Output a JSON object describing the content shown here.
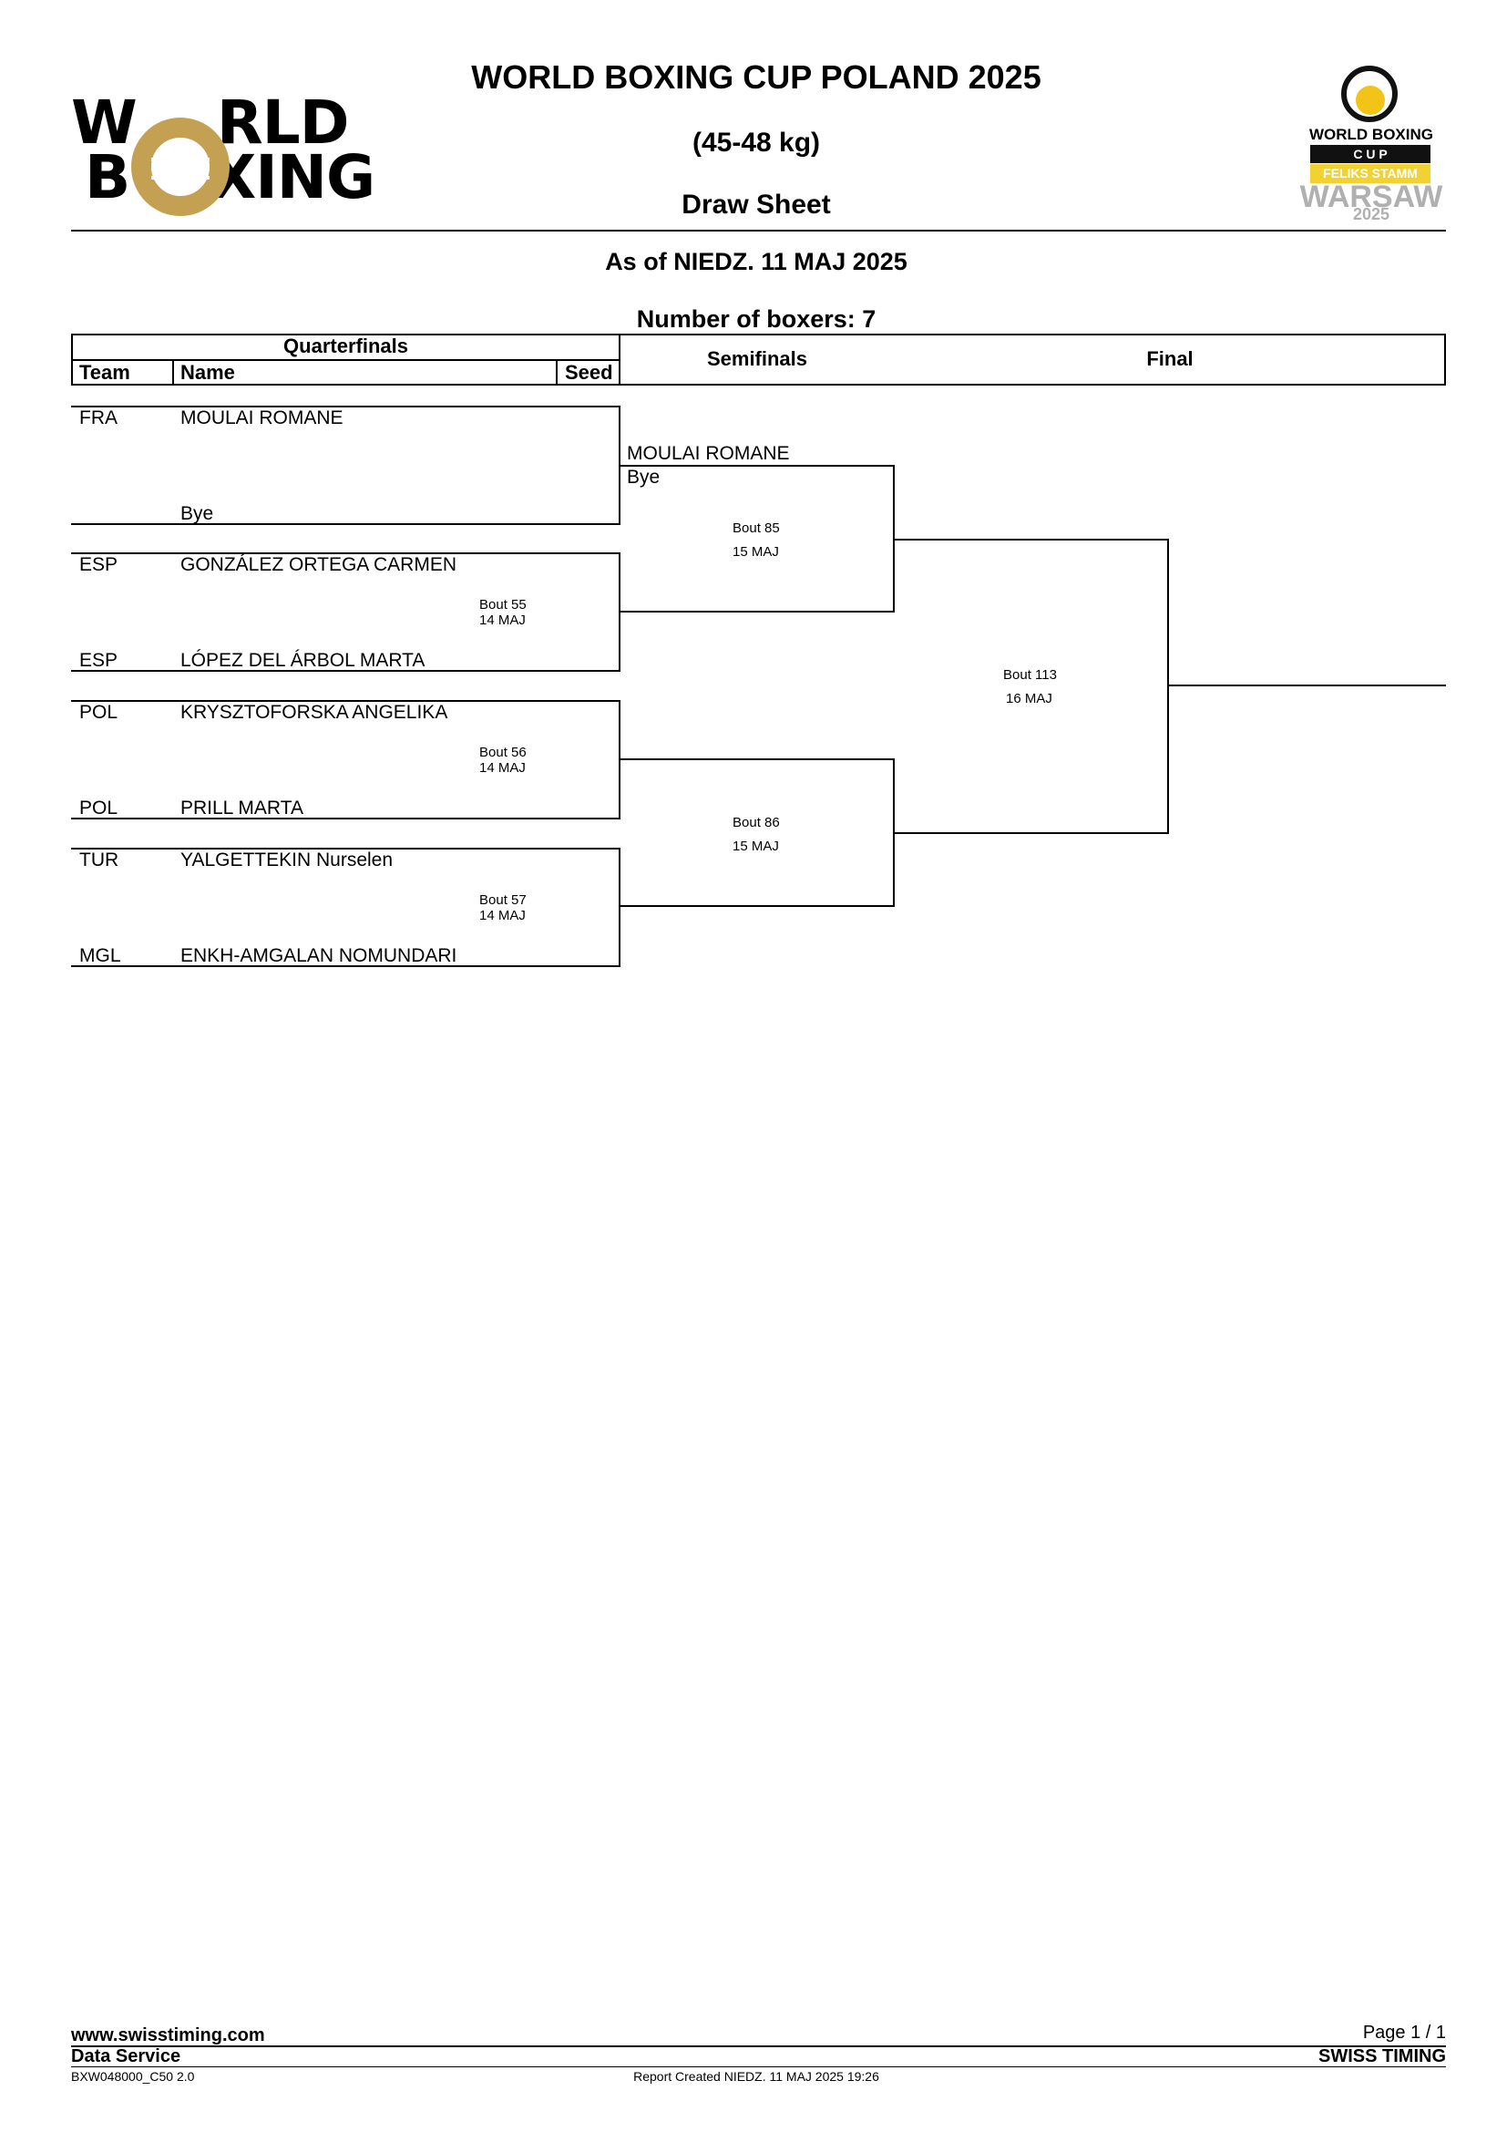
{
  "header": {
    "title": "WORLD BOXING CUP POLAND 2025",
    "weight_class": "(45-48 kg)",
    "sheet_type": "Draw Sheet",
    "as_of": "As of NIEDZ. 11 MAJ 2025",
    "boxers_count": "Number of boxers: 7"
  },
  "logo_left": {
    "line1_a": "W",
    "line1_b": "RLD",
    "line2_a": "B",
    "line2_b": "XING"
  },
  "logo_right": {
    "line1": "WORLD BOXING",
    "cup": "C U P",
    "feliks": "FELIKS STAMM",
    "city": "WARSAW",
    "year": "2025"
  },
  "table_header": {
    "quarterfinals": "Quarterfinals",
    "team": "Team",
    "name": "Name",
    "seed": "Seed",
    "semifinals": "Semifinals",
    "final": "Final"
  },
  "quarterfinals": [
    {
      "team": "FRA",
      "name": "MOULAI ROMANE"
    },
    {
      "team": "",
      "name": "Bye"
    },
    {
      "team": "ESP",
      "name": "GONZÁLEZ ORTEGA CARMEN"
    },
    {
      "team": "ESP",
      "name": "LÓPEZ DEL ÁRBOL MARTA"
    },
    {
      "team": "POL",
      "name": "KRYSZTOFORSKA ANGELIKA"
    },
    {
      "team": "POL",
      "name": "PRILL MARTA"
    },
    {
      "team": "TUR",
      "name": "YALGETTEKIN Nurselen"
    },
    {
      "team": "MGL",
      "name": "ENKH-AMGALAN NOMUNDARI"
    }
  ],
  "qf_bouts": [
    {
      "bout": "Bout 55",
      "date": "14 MAJ"
    },
    {
      "bout": "Bout 56",
      "date": "14 MAJ"
    },
    {
      "bout": "Bout 57",
      "date": "14 MAJ"
    }
  ],
  "semifinals": {
    "advanced_name": "MOULAI ROMANE",
    "advanced_note": "Bye",
    "bouts": [
      {
        "bout": "Bout 85",
        "date": "15 MAJ"
      },
      {
        "bout": "Bout 86",
        "date": "15 MAJ"
      }
    ]
  },
  "final": {
    "bout": "Bout 113",
    "date": "16 MAJ"
  },
  "footer": {
    "website": "www.swisstiming.com",
    "page": "Page 1 / 1",
    "service": "Data Service",
    "brand": "SWISS TIMING",
    "code": "BXW048000_C50 2.0",
    "report_created": "Report Created  NIEDZ. 11 MAJ 2025 19:26"
  }
}
